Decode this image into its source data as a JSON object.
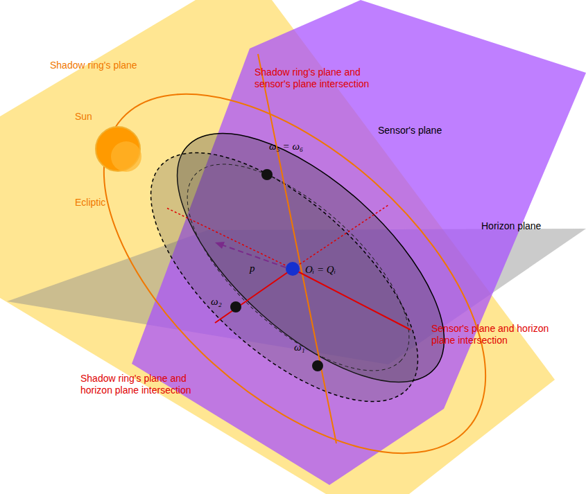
{
  "diagram": {
    "labels": [
      "Shadow ring's plane",
      "Shadow ring's plane and sensor's plane intersection",
      "Sun",
      "Ecliptic",
      "Sensor's plane",
      "ω₅ = ω₆",
      "Horizon plane",
      "p⃗",
      "Oᵢ = Qᵢ",
      "ω₂",
      "ω₁",
      "Shadow ring's plane and horizon plane intersection",
      "Sensor's plane and horizon plane intersection"
    ]
  }
}
